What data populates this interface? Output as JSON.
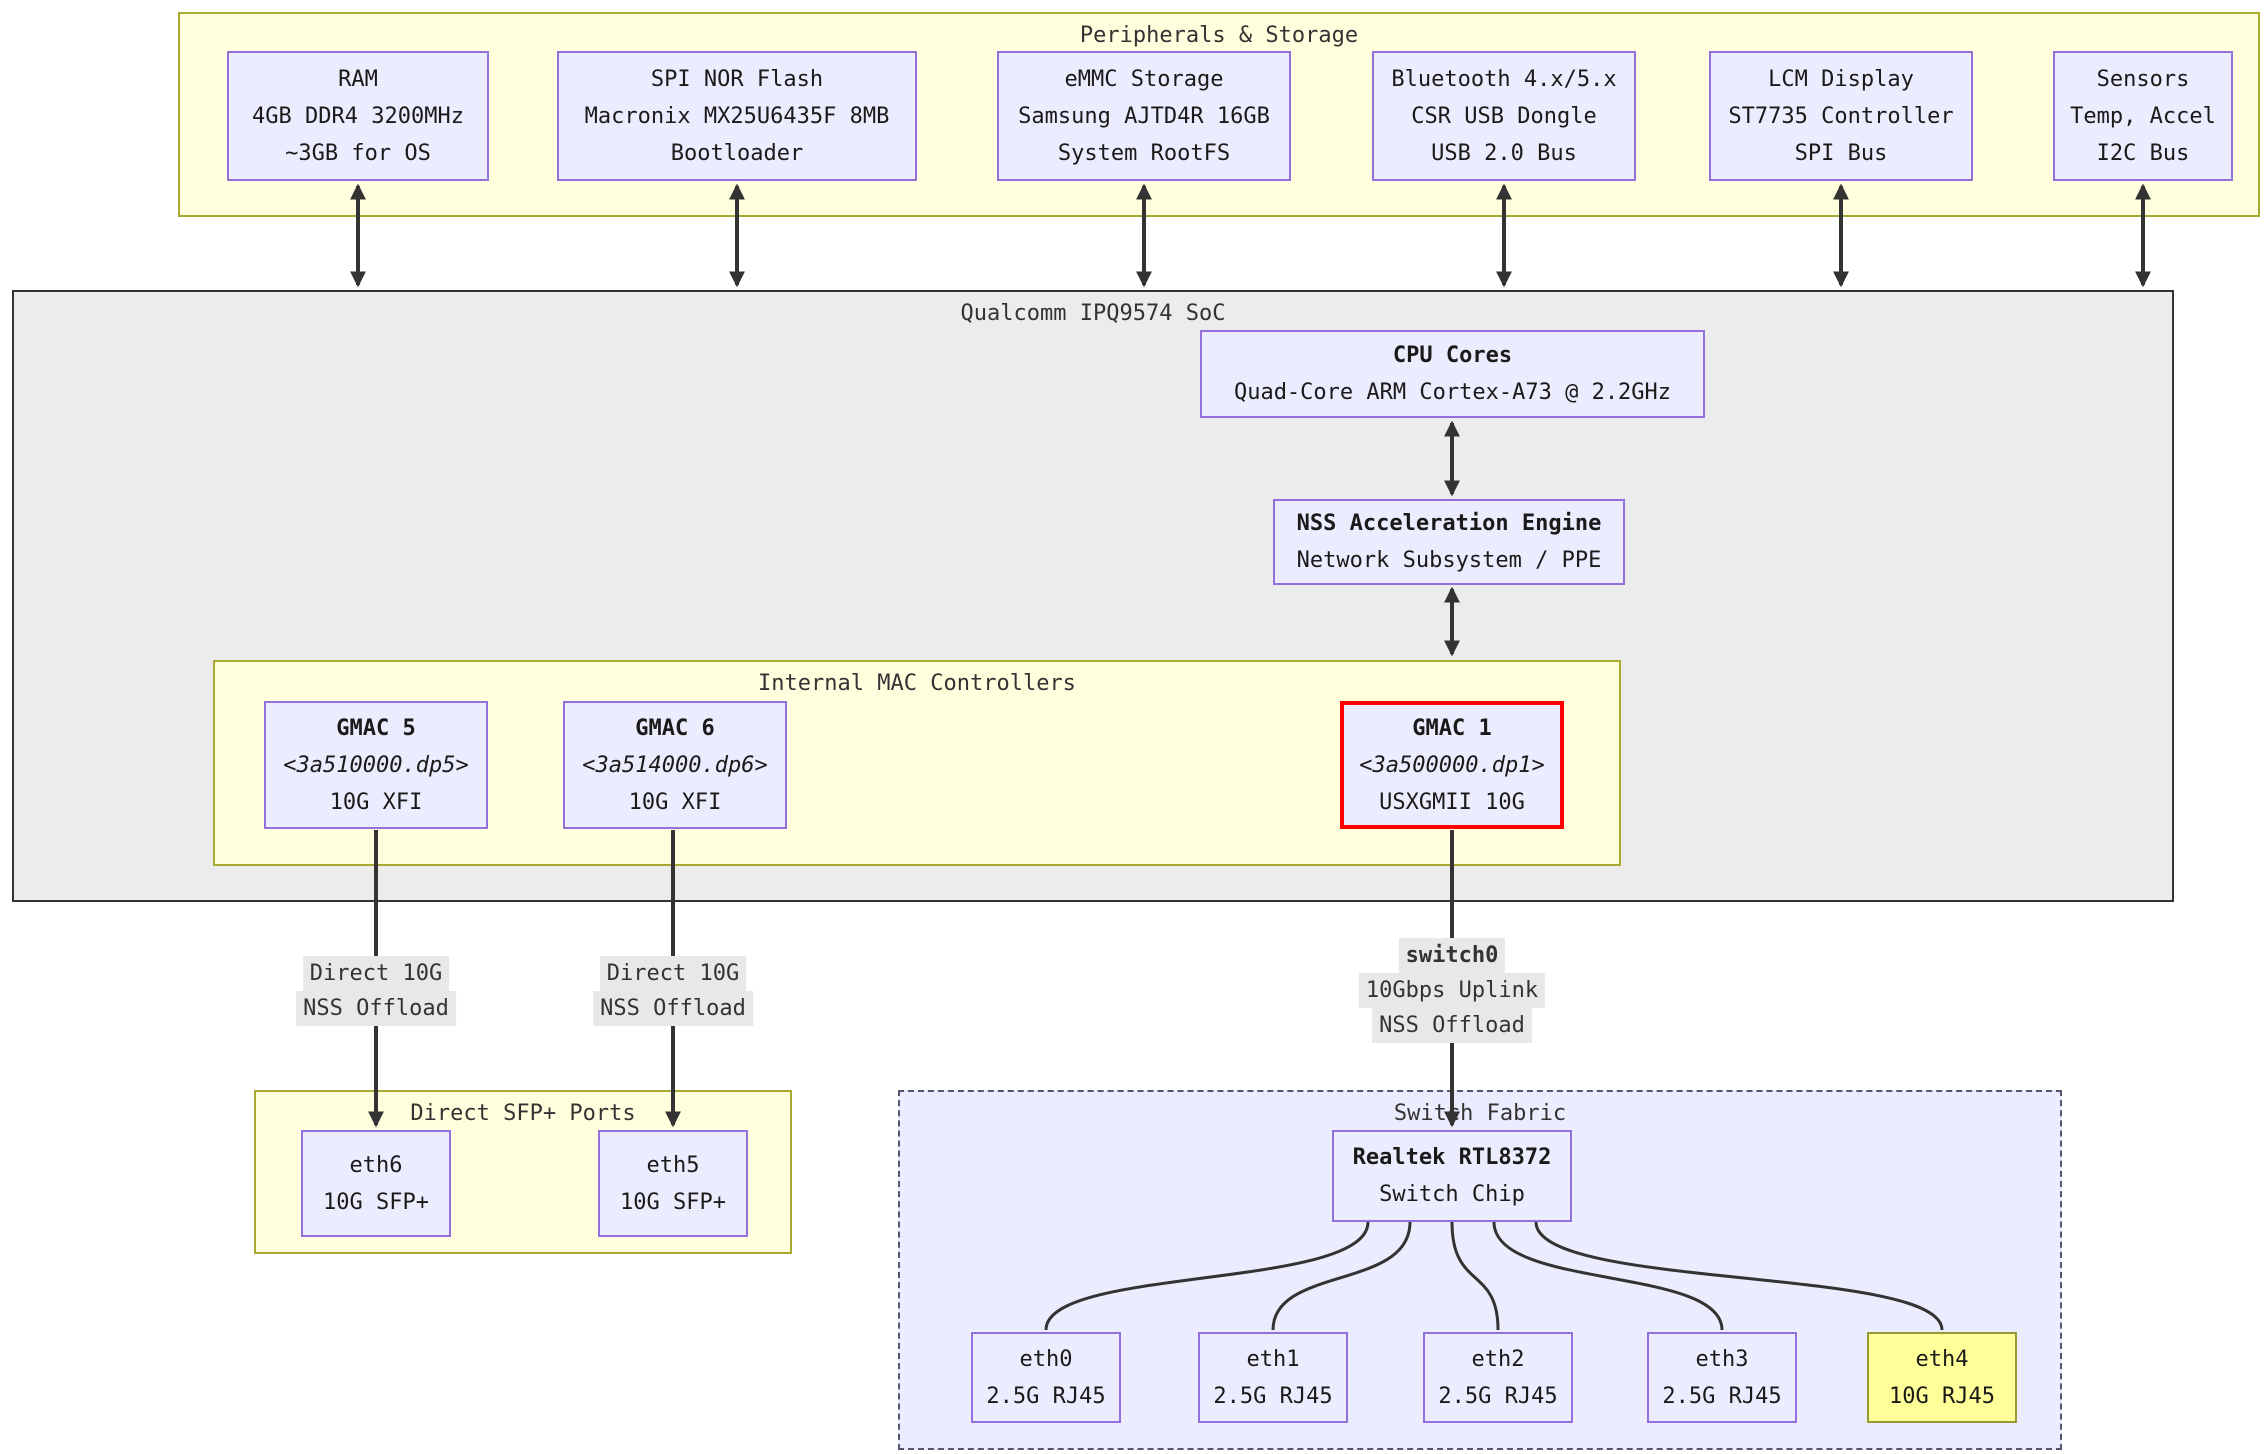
{
  "peripherals": {
    "title": "Peripherals & Storage",
    "nodes": [
      {
        "lines": [
          "RAM",
          "4GB DDR4 3200MHz",
          "~3GB for OS"
        ]
      },
      {
        "lines": [
          "SPI NOR Flash",
          "Macronix MX25U6435F 8MB",
          "Bootloader"
        ]
      },
      {
        "lines": [
          "eMMC Storage",
          "Samsung AJTD4R 16GB",
          "System RootFS"
        ]
      },
      {
        "lines": [
          "Bluetooth 4.x/5.x",
          "CSR USB Dongle",
          "USB 2.0 Bus"
        ]
      },
      {
        "lines": [
          "LCM Display",
          "ST7735 Controller",
          "SPI Bus"
        ]
      },
      {
        "lines": [
          "Sensors",
          "Temp, Accel",
          "I2C Bus"
        ]
      }
    ]
  },
  "soc": {
    "title": "Qualcomm IPQ9574 SoC",
    "cpu": {
      "title": "CPU Cores",
      "subtitle": "Quad-Core ARM Cortex-A73 @ 2.2GHz"
    },
    "nss": {
      "title": "NSS Acceleration Engine",
      "subtitle": "Network Subsystem / PPE"
    },
    "mac": {
      "title": "Internal MAC Controllers",
      "gmac5": {
        "title": "GMAC 5",
        "device": "<3a510000.dp5>",
        "mode": "10G XFI"
      },
      "gmac6": {
        "title": "GMAC 6",
        "device": "<3a514000.dp6>",
        "mode": "10G XFI"
      },
      "gmac1": {
        "title": "GMAC 1",
        "device": "<3a500000.dp1>",
        "mode": "USXGMII 10G"
      }
    }
  },
  "edges": {
    "gmac5_eth6": {
      "lines": [
        "Direct 10G",
        "NSS Offload"
      ]
    },
    "gmac6_eth5": {
      "lines": [
        "Direct 10G",
        "NSS Offload"
      ]
    },
    "gmac1_switch": {
      "title": "switch0",
      "lines": [
        "10Gbps Uplink",
        "NSS Offload"
      ]
    }
  },
  "sfp": {
    "title": "Direct SFP+ Ports",
    "eth6": {
      "name": "eth6",
      "type": "10G SFP+"
    },
    "eth5": {
      "name": "eth5",
      "type": "10G SFP+"
    }
  },
  "switch_fabric": {
    "title": "Switch Fabric",
    "chip": {
      "title": "Realtek RTL8372",
      "subtitle": "Switch Chip"
    },
    "ports": [
      {
        "name": "eth0",
        "type": "2.5G RJ45"
      },
      {
        "name": "eth1",
        "type": "2.5G RJ45"
      },
      {
        "name": "eth2",
        "type": "2.5G RJ45"
      },
      {
        "name": "eth3",
        "type": "2.5G RJ45"
      },
      {
        "name": "eth4",
        "type": "10G RJ45",
        "highlight": "true"
      }
    ]
  },
  "colors": {
    "node_fill": "#ECECFF",
    "node_border": "#9370DB",
    "cluster_yellow_fill": "#ffffde",
    "cluster_yellow_border": "#aaaa33",
    "soc_fill": "#ececec",
    "soc_border": "#333333",
    "fabric_fill": "#ececff",
    "highlight_border": "#ff0000",
    "port_highlight_fill": "#ffff99",
    "edge_color": "#333333",
    "edge_label_bg": "#e8e8e8"
  }
}
